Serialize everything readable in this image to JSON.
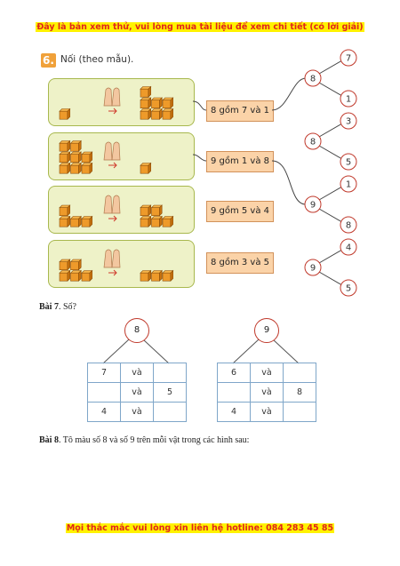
{
  "header_notice": "Đây là bản xem thử, vui lòng mua tài liệu để xem chi tiết (có lời giải)",
  "footer_notice": "Mọi thắc mắc vui lòng xin liên hệ hotline: 084 283 45 85",
  "exercise6": {
    "number": "6.",
    "title": "Nối (theo mẫu).",
    "rows": [
      {
        "left_cubes": 1,
        "right_cubes": 7
      },
      {
        "left_cubes": 8,
        "right_cubes": 1
      },
      {
        "left_cubes": 4,
        "right_cubes": 5
      },
      {
        "left_cubes": 5,
        "right_cubes": 3
      }
    ],
    "labels": [
      "8 gồm 7 và 1",
      "9 gồm 1 và 8",
      "9 gồm 5 và 4",
      "8 gồm 3 và 5"
    ],
    "trees": [
      {
        "root": "8",
        "top": "7",
        "bottom": "1"
      },
      {
        "root": "8",
        "top": "3",
        "bottom": "5"
      },
      {
        "root": "9",
        "top": "1",
        "bottom": "8"
      },
      {
        "root": "9",
        "top": "4",
        "bottom": "5"
      }
    ]
  },
  "bai7": {
    "label": "Bài 7",
    "question": ". Số?",
    "left": {
      "root": "8",
      "cells": [
        [
          "7",
          "và",
          ""
        ],
        [
          "",
          "và",
          "5"
        ],
        [
          "4",
          "và",
          ""
        ]
      ]
    },
    "right": {
      "root": "9",
      "cells": [
        [
          "6",
          "và",
          ""
        ],
        [
          "",
          "và",
          "8"
        ],
        [
          "4",
          "và",
          ""
        ]
      ]
    }
  },
  "bai8": {
    "label": "Bài 8",
    "text": ". Tô màu số 8 và số 9 trên mỗi vật trong các hình sau:"
  }
}
